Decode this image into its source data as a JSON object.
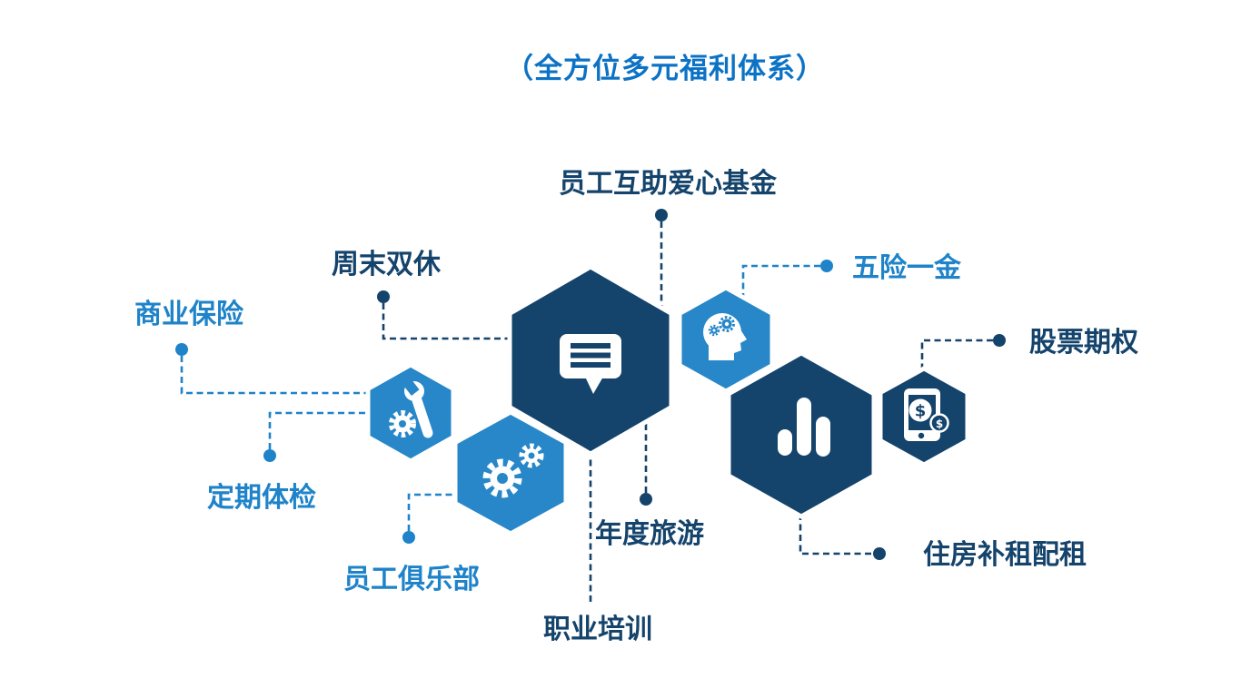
{
  "title": "（全方位多元福利体系）",
  "colors": {
    "title_blue": "#0b72c5",
    "dark_navy": "#14436b",
    "light_blue": "#2787c8",
    "label_light_blue": "#1e83c9",
    "background": "#ffffff"
  },
  "hexagons": [
    {
      "id": "communication",
      "icon": "chat-bubble-icon",
      "tone": "dark",
      "size": "large"
    },
    {
      "id": "thinking",
      "icon": "thinking-head-icon",
      "tone": "light",
      "size": "medium"
    },
    {
      "id": "growth",
      "icon": "bar-chart-icon",
      "tone": "dark",
      "size": "large"
    },
    {
      "id": "payment",
      "icon": "mobile-payment-icon",
      "tone": "dark",
      "size": "small"
    },
    {
      "id": "tools",
      "icon": "wrench-gear-icon",
      "tone": "light",
      "size": "small"
    },
    {
      "id": "machinery",
      "icon": "gears-icon",
      "tone": "light",
      "size": "medium"
    }
  ],
  "benefits": [
    {
      "id": "mutual-aid-fund",
      "label": "员工互助爱心基金",
      "tone": "dark"
    },
    {
      "id": "weekend-off",
      "label": "周末双休",
      "tone": "dark"
    },
    {
      "id": "commercial-insurance",
      "label": "商业保险",
      "tone": "light"
    },
    {
      "id": "five-insurances-one-fund",
      "label": "五险一金",
      "tone": "light"
    },
    {
      "id": "stock-options",
      "label": "股票期权",
      "tone": "dark"
    },
    {
      "id": "regular-health-checkup",
      "label": "定期体检",
      "tone": "light"
    },
    {
      "id": "employee-club",
      "label": "员工俱乐部",
      "tone": "light"
    },
    {
      "id": "annual-travel",
      "label": "年度旅游",
      "tone": "dark"
    },
    {
      "id": "vocational-training",
      "label": "职业培训",
      "tone": "dark"
    },
    {
      "id": "housing-rent-subsidy",
      "label": "住房补租配租",
      "tone": "dark"
    }
  ]
}
